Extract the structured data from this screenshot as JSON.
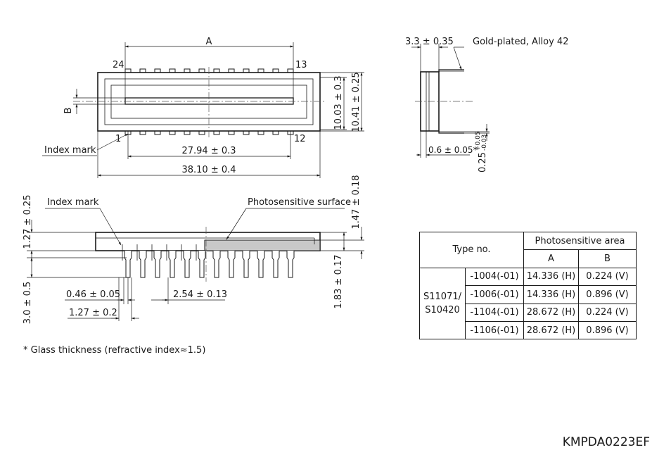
{
  "top_view": {
    "dim_A": "A",
    "pin_24": "24",
    "pin_13": "13",
    "pin_1": "1",
    "pin_12": "12",
    "dim_B": "B",
    "index_mark": "Index mark",
    "dim_pin_span": "27.94 ± 0.3",
    "dim_length": "38.10 ± 0.4",
    "dim_height_inner": "10.03 ± 0.3",
    "dim_height_outer": "10.41 ± 0.25"
  },
  "side_view": {
    "lead_offset": "3.3 ± 0.35",
    "lead_material": "Gold-plated, Alloy 42",
    "glass_thickness": "0.6 ± 0.05*",
    "lead_thickness_base": "0.25",
    "lead_thickness_tol_upper": "+0.05",
    "lead_thickness_tol_lower": "-0.03"
  },
  "front_view": {
    "index_mark": "Index mark",
    "photosensitive_surface": "Photosensitive surface",
    "dim_body_thickness": "1.27 ± 0.25",
    "dim_surface_height": "1.47 ± 0.18",
    "dim_standoff": "1.83 ± 0.17",
    "dim_lead_length": "3.0 ± 0.5",
    "dim_lead_width": "0.46 ± 0.05",
    "dim_pitch": "2.54 ± 0.13",
    "dim_shoulder_width": "1.27 ± 0.2"
  },
  "table": {
    "header_type": "Type no.",
    "header_area": "Photosensitive area",
    "header_a": "A",
    "header_b": "B",
    "group_line1": "S11071/",
    "group_line2": "S10420",
    "rows": [
      {
        "suffix": "-1004(-01)",
        "a": "14.336 (H)",
        "b": "0.224 (V)"
      },
      {
        "suffix": "-1006(-01)",
        "a": "14.336 (H)",
        "b": "0.896 (V)"
      },
      {
        "suffix": "-1104(-01)",
        "a": "28.672 (H)",
        "b": "0.224 (V)"
      },
      {
        "suffix": "-1106(-01)",
        "a": "28.672 (H)",
        "b": "0.896 (V)"
      }
    ]
  },
  "footnote": "* Glass thickness (refractive index≈1.5)",
  "doc_id": "KMPDA0223EF"
}
